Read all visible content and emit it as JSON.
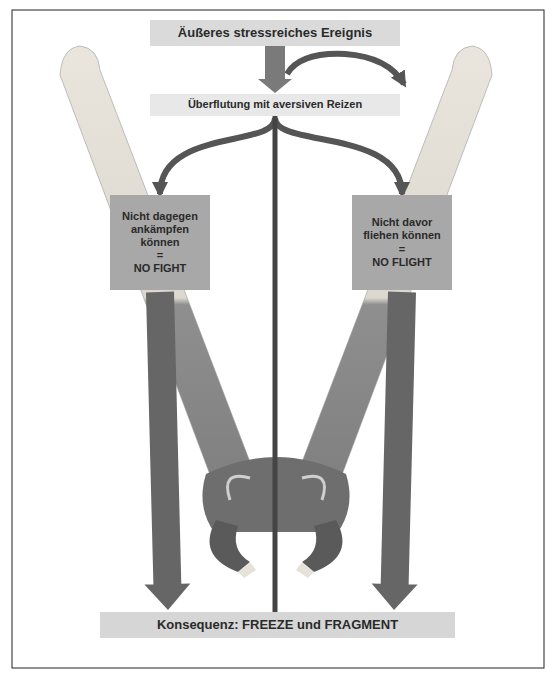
{
  "diagram": {
    "nodes": [
      {
        "text": [
          "Äußeres stressreiches Ereignis"
        ]
      },
      {
        "text": [
          "Überflutung mit aversiven Reizen"
        ]
      },
      {
        "text": [
          "Nicht dagegen ankämpfen können",
          "=",
          "NO FIGHT"
        ]
      },
      {
        "text": [
          "Nicht davor fliehen können",
          "=",
          "NO FLIGHT"
        ]
      },
      {
        "text": [
          "Konsequenz: FREEZE und FRAGMENT"
        ]
      }
    ],
    "edges": [
      {
        "from": 0,
        "to": 1,
        "arrow": "to"
      },
      {
        "from": 1,
        "to": 2,
        "arrow": "to"
      },
      {
        "from": 1,
        "to": 3,
        "arrow": "to"
      },
      {
        "from": 2,
        "to": 4,
        "arrow": "to"
      },
      {
        "from": 3,
        "to": 4,
        "arrow": "to"
      },
      {
        "from": 1,
        "to": 4,
        "arrow": "none"
      }
    ]
  }
}
